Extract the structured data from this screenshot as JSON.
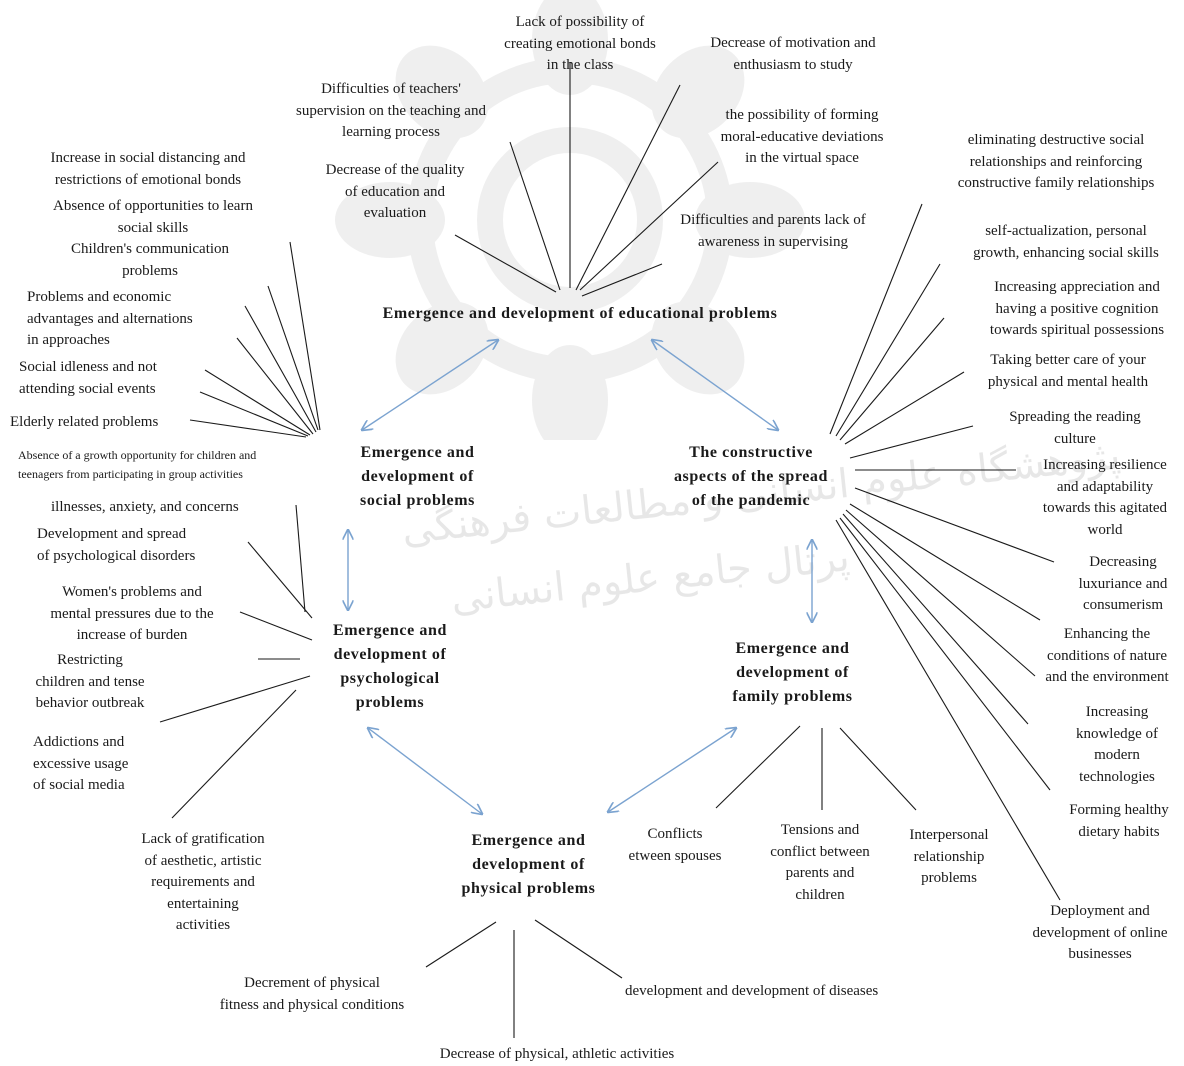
{
  "colors": {
    "line": "#1a1a1a",
    "arrow": "#7ba3d0",
    "watermark": "#808080"
  },
  "watermark": {
    "text_1": "پژوهشگاه علوم انسانی و مطالعات فرهنگی",
    "text_2": "پرتال جامع علوم انسانی",
    "logo": "flower-emblem-icon"
  },
  "hubs": {
    "educational": "Emergence and development of educational problems",
    "social": "Emergence and\ndevelopment of\nsocial problems",
    "constructive": "The constructive\naspects of the spread\nof the pandemic",
    "psychological": "Emergence and\ndevelopment of\npsychological\nproblems",
    "family": "Emergence and\ndevelopment of\nfamily problems",
    "physical": "Emergence and\ndevelopment of\nphysical problems"
  },
  "educational_items": {
    "emotional_bonds": "Lack of possibility of\ncreating emotional bonds\nin the class",
    "motivation": "Decrease of motivation and\nenthusiasm to study",
    "supervision": "Difficulties of teachers'\nsupervision on the teaching and\nlearning process",
    "moral": "the possibility of forming\nmoral-educative deviations\nin the virtual space",
    "quality": "Decrease of the quality\nof education and\nevaluation",
    "parents": "Difficulties and parents lack of\nawareness in supervising"
  },
  "social_items": {
    "distancing": "Increase in social distancing and\nrestrictions of emotional bonds",
    "skills": "Absence of opportunities to learn\nsocial skills",
    "communication": "Children's communication\nproblems",
    "economic": "Problems     and     economic\nadvantages   and   alternations\nin approaches",
    "idleness": "Social  idleness  and  not\nattending social events",
    "elderly": "Elderly related problems",
    "growth": "Absence of a growth opportunity for children and\nteenagers from participating in group activities"
  },
  "psychological_items": {
    "illnesses": "illnesses, anxiety, and concerns",
    "disorders": "Development and spread\nof psychological disorders",
    "women": "Women's problems and\nmental pressures due to the\nincrease of burden",
    "children": "Restricting\nchildren and tense\nbehavior outbreak",
    "addictions": "Addictions and\nexcessive usage\nof social media",
    "aesthetic": "Lack of gratification\nof aesthetic, artistic\nrequirements and\nentertaining\nactivities"
  },
  "physical_items": {
    "fitness": "Decrement of physical\nfitness and physical conditions",
    "activities": "Decrease of physical, athletic activities",
    "diseases": "development and development of diseases"
  },
  "family_items": {
    "spouses": "Conflicts\netween spouses",
    "parents_children": "Tensions and\nconflict between\nparents and\nchildren",
    "interpersonal": "Interpersonal\nrelationship\nproblems"
  },
  "constructive_items": {
    "relationships": "eliminating  destructive social\nrelationships and reinforcing\nconstructive family relationships",
    "self": "self-actualization,  personal\ngrowth, enhancing social skills",
    "appreciation": "Increasing appreciation and\nhaving a positive cognition\ntowards spiritual possessions",
    "health": "Taking better care of your\nphysical and mental health",
    "reading": "Spreading the reading\nculture",
    "resilience": "Increasing resilience\nand adaptability\ntowards this agitated\nworld",
    "luxuriance": "Decreasing\nluxuriance and\nconsumerism",
    "nature": "Enhancing the\nconditions of nature\nand the environment",
    "technologies": "Increasing\nknowledge of\nmodern\ntechnologies",
    "dietary": "Forming healthy\ndietary habits",
    "online": "Deployment and\ndevelopment of online\nbusinesses"
  }
}
